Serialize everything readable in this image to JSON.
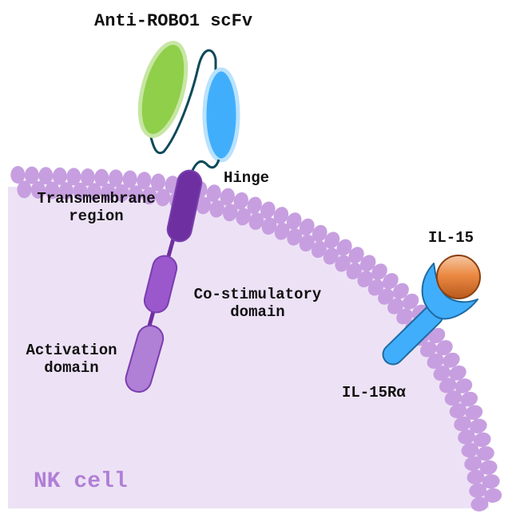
{
  "title": "Anti-ROBO1 scFv",
  "labels": {
    "hinge": "Hinge",
    "transmembrane_1": "Transmembrane",
    "transmembrane_2": "region",
    "costim_1": "Co-stimulatory",
    "costim_2": "domain",
    "activation_1": "Activation",
    "activation_2": "domain",
    "il15": "IL-15",
    "il15ra": "IL-15Rα",
    "cell": "NK cell"
  },
  "colors": {
    "cell_fill": "#ede2f5",
    "membrane_bead": "#c79fe0",
    "vh": "#8fcf4a",
    "vl": "#41aefc",
    "linker": "#0e4a5a",
    "transmembrane": "#6e2fa0",
    "costim": "#9a58cc",
    "activation": "#b07fd6",
    "receptor": "#41aefc",
    "il15": "#e07a30",
    "cell_label": "#b07fd6"
  }
}
